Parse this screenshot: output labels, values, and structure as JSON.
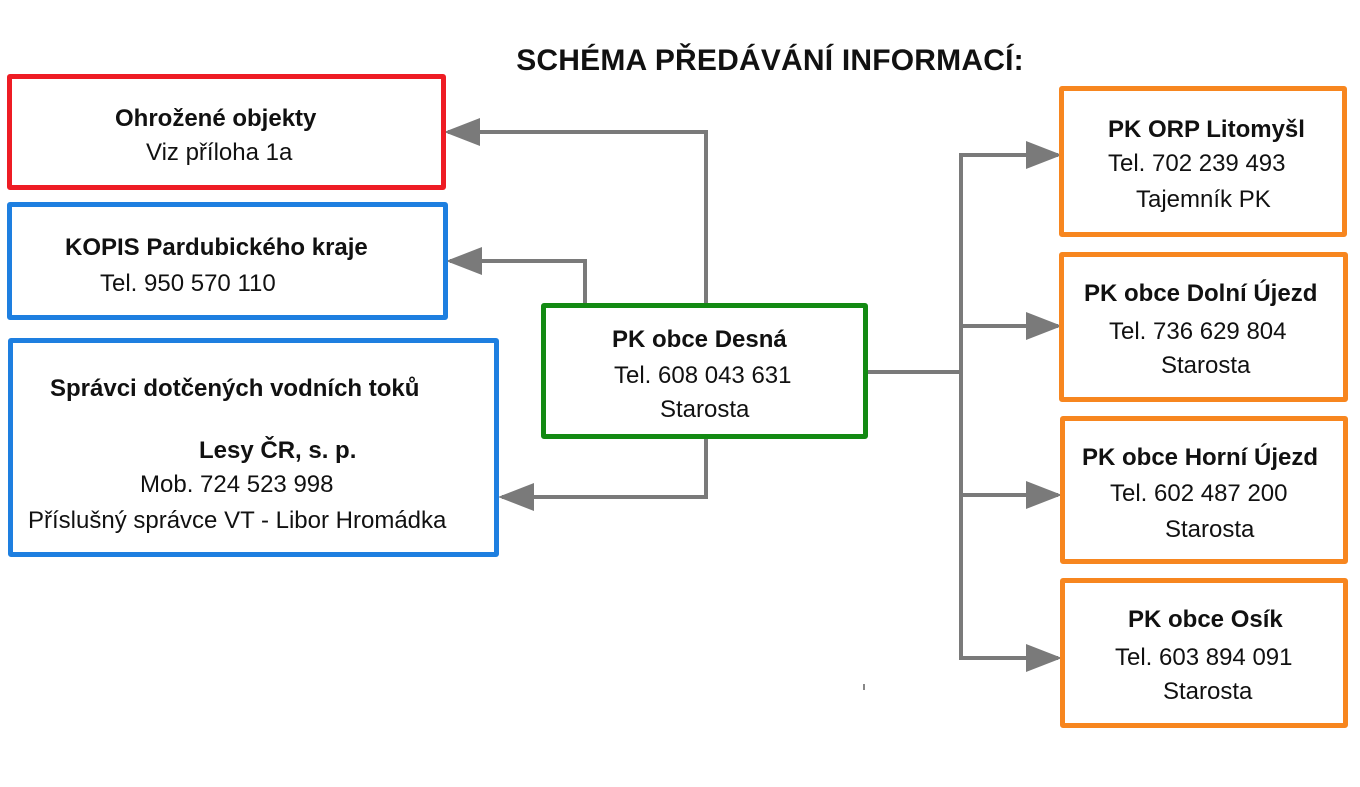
{
  "title": "SCHÉMA PŘEDÁVÁNÍ INFORMACÍ:",
  "colors": {
    "red": "#ee1c24",
    "blue": "#1e7fe0",
    "green": "#138a13",
    "orange": "#f7861f",
    "connector": "#7a7a7a"
  },
  "center": {
    "name": "PK obce Desná",
    "phone": "Tel. 608 043 631",
    "role": "Starosta"
  },
  "left": {
    "ohrozene": {
      "name": "Ohrožené objekty",
      "note": "Viz příloha 1a"
    },
    "kopis": {
      "name": "KOPIS Pardubického kraje",
      "phone": "Tel. 950 570 110"
    },
    "spravci": {
      "heading": "Správci dotčených vodních toků",
      "org": "Lesy ČR, s. p.",
      "phone": "Mob. 724 523 998",
      "contact": "Příslušný správce VT - Libor Hromádka"
    }
  },
  "right": [
    {
      "name": "PK ORP Litomyšl",
      "phone": "Tel. 702 239 493",
      "role": "Tajemník PK"
    },
    {
      "name": "PK obce Dolní Újezd",
      "phone": "Tel. 736 629 804",
      "role": "Starosta"
    },
    {
      "name": "PK obce Horní Újezd",
      "phone": "Tel. 602 487 200",
      "role": "Starosta"
    },
    {
      "name": "PK obce Osík",
      "phone": "Tel. 603 894 091",
      "role": "Starosta"
    }
  ]
}
